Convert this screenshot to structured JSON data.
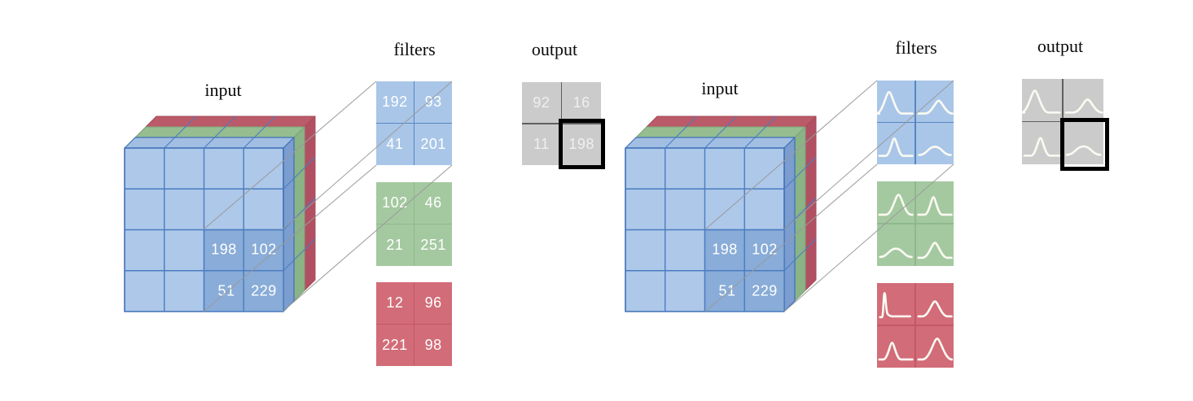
{
  "figure": {
    "left_panel": {
      "input_label": "input",
      "filters_label": "filters",
      "output_label": "output",
      "input_patch": [
        [
          "198",
          "102"
        ],
        [
          "51",
          "229"
        ]
      ],
      "filters": [
        {
          "channel": "blue",
          "values": [
            [
              "192",
              "93"
            ],
            [
              "41",
              "201"
            ]
          ]
        },
        {
          "channel": "green",
          "values": [
            [
              "102",
              "46"
            ],
            [
              "21",
              "251"
            ]
          ]
        },
        {
          "channel": "red",
          "values": [
            [
              "12",
              "96"
            ],
            [
              "221",
              "98"
            ]
          ]
        }
      ],
      "output": {
        "values": [
          [
            "92",
            "16"
          ],
          [
            "11",
            "198"
          ]
        ],
        "highlighted_row": 1,
        "highlighted_col": 1,
        "highlighted_value": "198"
      }
    },
    "right_panel": {
      "input_label": "input",
      "filters_label": "filters",
      "output_label": "output",
      "input_patch": [
        [
          "198",
          "102"
        ],
        [
          "51",
          "229"
        ]
      ],
      "filters": [
        {
          "channel": "blue",
          "curves": [
            [
              "bell-tall-left",
              "bell-small-right"
            ],
            [
              "bell-narrow-center",
              "bump-wide"
            ]
          ]
        },
        {
          "channel": "green",
          "curves": [
            [
              "bell-tall-right",
              "bell-narrow-center"
            ],
            [
              "bump-wide",
              "bell-med-center"
            ]
          ]
        },
        {
          "channel": "red",
          "curves": [
            [
              "spike-left",
              "bell-med-center"
            ],
            [
              "bell-narrow-left",
              "bell-large-right"
            ]
          ]
        }
      ],
      "output": {
        "curves": [
          [
            "bell-tall-left",
            "bell-small-right"
          ],
          [
            "bell-narrow-center",
            "bump-wide"
          ]
        ],
        "highlighted_row": 1,
        "highlighted_col": 1,
        "highlighted_curve": "bump-wide"
      }
    },
    "colors": {
      "input_face": "#adc8e9",
      "input_highlight": "#89acd8",
      "blue_filter": "#a9c6e8",
      "green_filter": "#a4c9a0",
      "red_filter": "#d26c78",
      "output_bg": "#cbcbcb",
      "highlight_border": "#000000",
      "projection_line": "#999999",
      "cell_text": "#ffffff",
      "curve_stroke": "#fbfaf2"
    }
  }
}
